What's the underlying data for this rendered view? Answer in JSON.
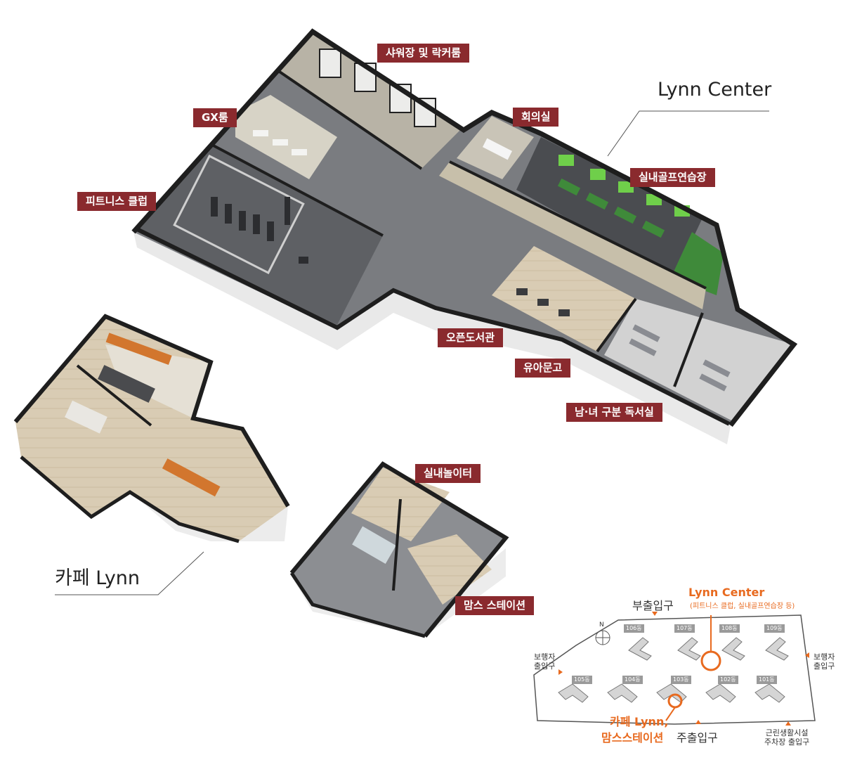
{
  "labels": {
    "shower": "샤워장 및 락커룸",
    "gx": "GX룸",
    "meeting": "회의실",
    "golf": "실내골프연습장",
    "fitness": "피트니스 클럽",
    "library": "오픈도서관",
    "kids_library": "유아문고",
    "study": "남·녀 구분 독서실",
    "playroom": "실내놀이터",
    "moms": "맘스 스테이션"
  },
  "titles": {
    "lynn_center": "Lynn Center",
    "cafe_lynn": "카페 Lynn"
  },
  "site_map": {
    "center_title": "Lynn Center",
    "center_sub": "(피트니스 클럽, 실내골프연습장 등)",
    "cafe_title_1": "카페 Lynn,",
    "cafe_title_2": "맘스스테이션",
    "north": "N",
    "gate_sub": "부출입구",
    "gate_main": "주출입구",
    "gate_ped_left_1": "보행자",
    "gate_ped_left_2": "출입구",
    "gate_ped_right_1": "보행자",
    "gate_ped_right_2": "출입구",
    "gate_parking_1": "근린생활시설",
    "gate_parking_2": "주차장 출입구",
    "buildings": [
      "106동",
      "107동",
      "108동",
      "109동",
      "105동",
      "104동",
      "103동",
      "102동",
      "101동"
    ]
  },
  "colors": {
    "label_bg": "#8a2a2e",
    "accent": "#e86a1f",
    "floor": "#6f7175",
    "wall": "#1e1e1e",
    "golf_green": "#3f8a3a"
  }
}
